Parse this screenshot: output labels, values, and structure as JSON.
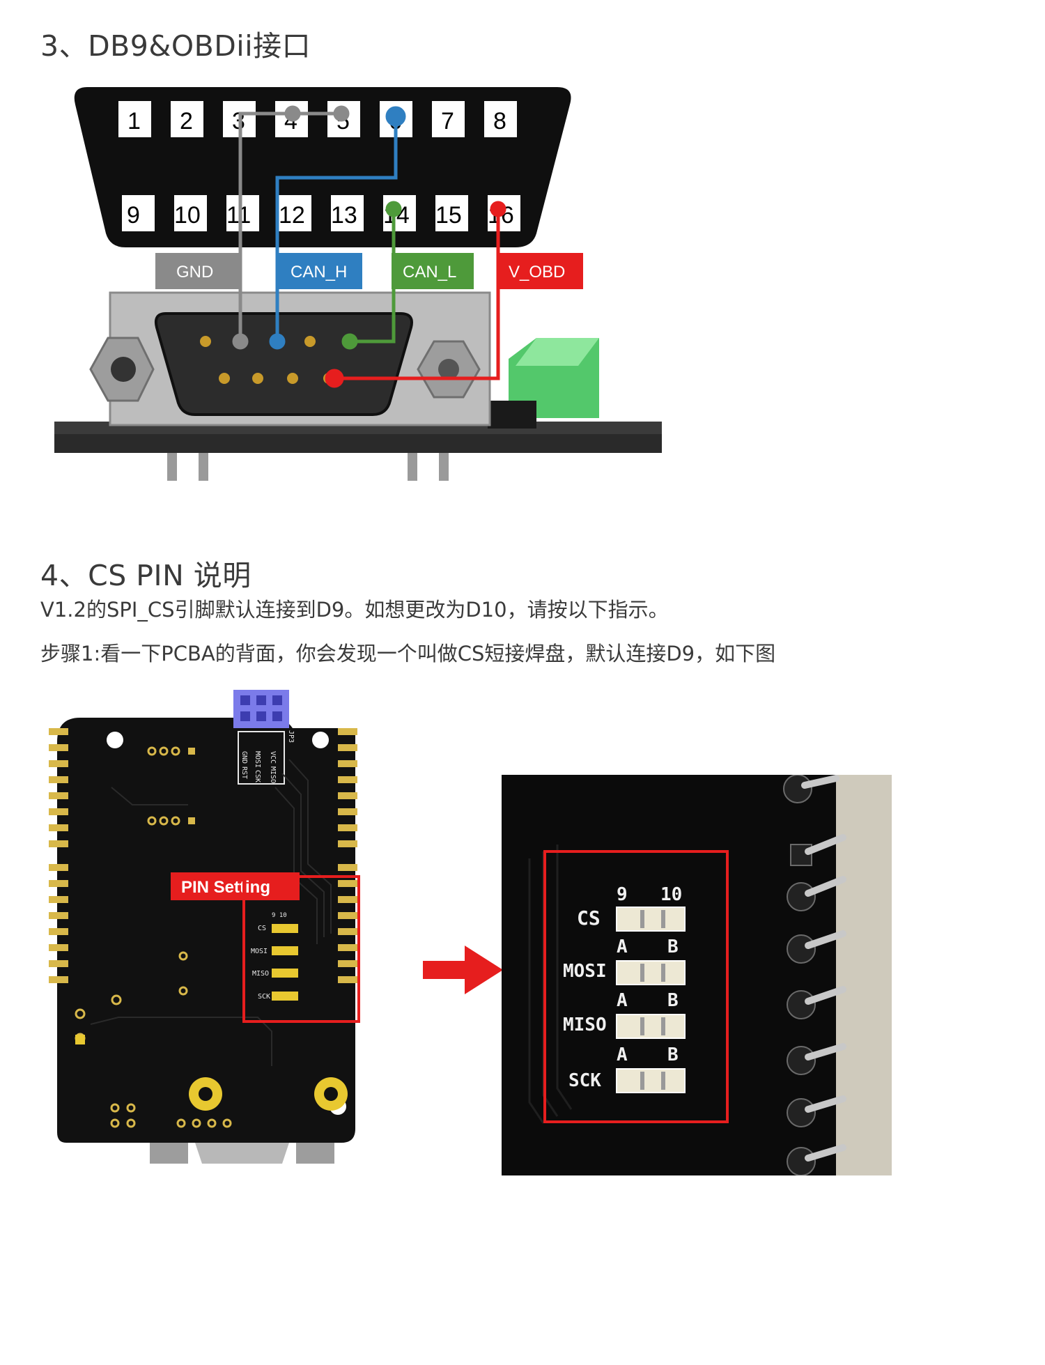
{
  "section3": {
    "title": "3、DB9&OBDii接口",
    "obd_pins_top": [
      "1",
      "2",
      "3",
      "4",
      "5",
      "6",
      "7",
      "8"
    ],
    "obd_pins_bottom": [
      "9",
      "10",
      "11",
      "12",
      "13",
      "14",
      "15",
      "16"
    ],
    "signals": [
      {
        "label": "GND",
        "color": "#8a8a8a"
      },
      {
        "label": "CAN_H",
        "color": "#2f7fc1"
      },
      {
        "label": "CAN_L",
        "color": "#4e9a3a"
      },
      {
        "label": "V_OBD",
        "color": "#e61e1e"
      }
    ]
  },
  "section4": {
    "title": "4、CS PIN 说明",
    "line1": "V1.2的SPI_CS引脚默认连接到D9。如想更改为D10，请按以下指示。",
    "line2": "步骤1:看一下PCBA的背面，你会发现一个叫做CS短接焊盘，默认连接D9，如下图",
    "pin_setting_label": "PIN Setting",
    "icsp_labels": [
      "VCC",
      "MISO",
      "MOSI",
      "CSK",
      "GND",
      "RST",
      "JP3"
    ],
    "pads": [
      {
        "name": "CS",
        "left": "9",
        "right": "10"
      },
      {
        "name": "MOSI",
        "left": "A",
        "right": "B"
      },
      {
        "name": "MISO",
        "left": "A",
        "right": "B"
      },
      {
        "name": "SCK",
        "left": "A",
        "right": "B"
      }
    ]
  }
}
